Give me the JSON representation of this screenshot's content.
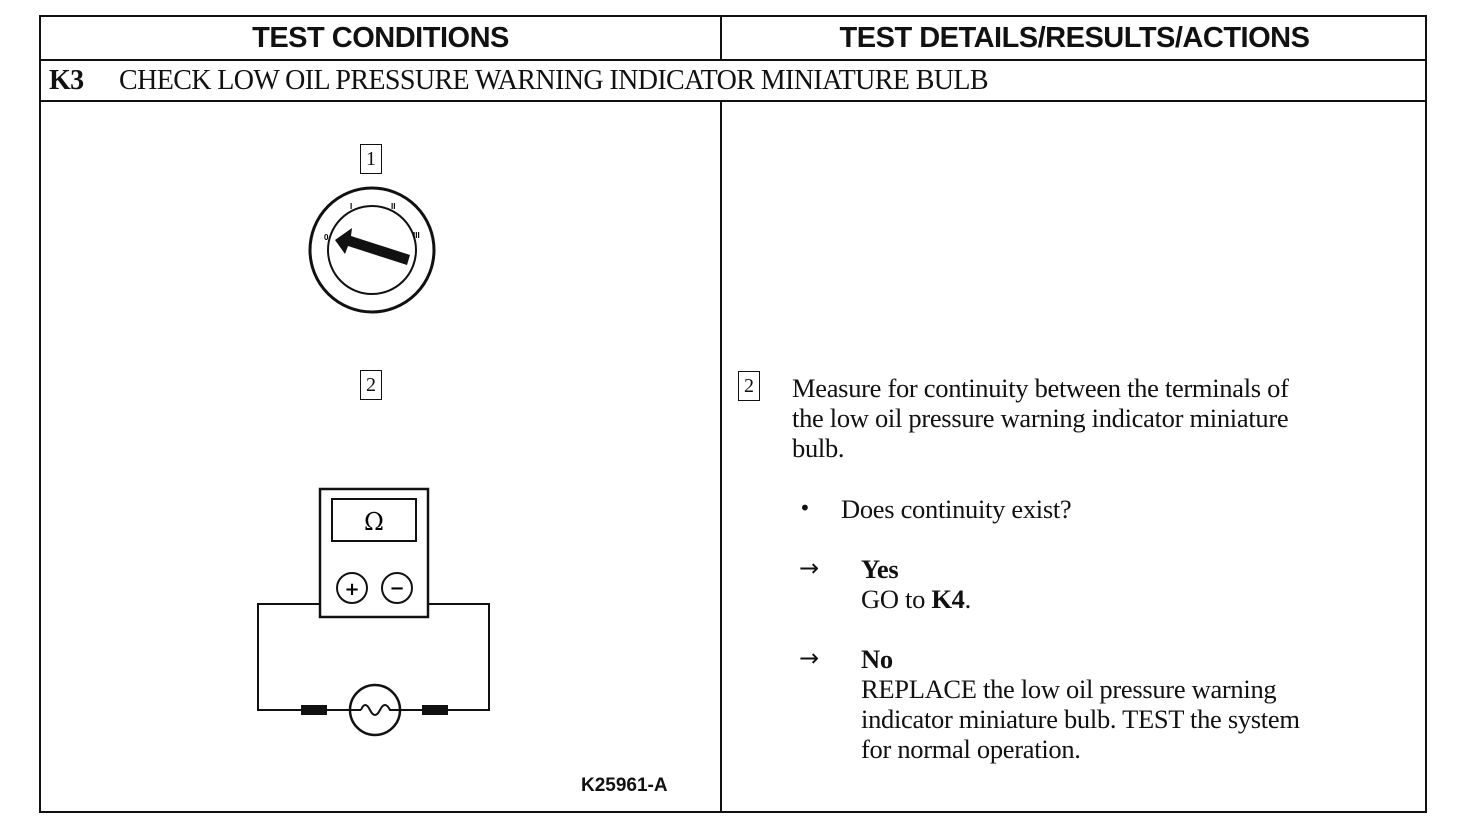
{
  "header": {
    "left": "TEST CONDITIONS",
    "right": "TEST DETAILS/RESULTS/ACTIONS"
  },
  "step": {
    "id": "K3",
    "title": "CHECK LOW OIL PRESSURE WARNING INDICATOR MINIATURE BULB"
  },
  "figure": {
    "callout1": "1",
    "callout2": "2",
    "switch_positions": [
      "0",
      "I",
      "II",
      "III"
    ],
    "meter_symbol": "Ω",
    "plus": "+",
    "minus": "−",
    "code": "K25961-A"
  },
  "details": {
    "callout": "2",
    "line1": "Measure for continuity between the terminals of",
    "line2": "the low oil pressure warning indicator miniature",
    "line3": "bulb.",
    "question": "Does continuity exist?",
    "yes_label": "Yes",
    "yes_action_prefix": "GO to ",
    "yes_action_target": "K4",
    "yes_action_suffix": ".",
    "no_label": "No",
    "no_line1": "REPLACE the low oil pressure warning",
    "no_line2": "indicator miniature bulb. TEST the system",
    "no_line3": "for normal operation."
  }
}
